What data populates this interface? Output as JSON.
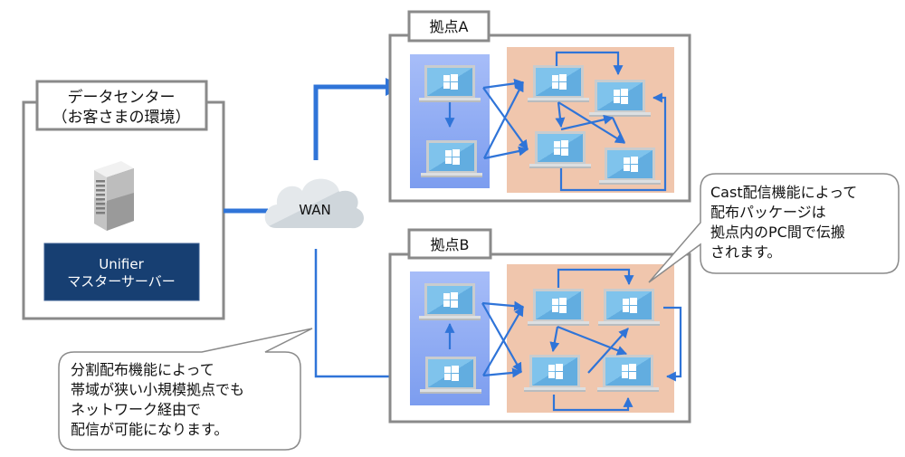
{
  "datacenter": {
    "title_line1": "データセンター",
    "title_line2": "（お客さまの環境）",
    "server_box_line1": "Unifier",
    "server_box_line2": "マスターサーバー"
  },
  "wan": {
    "label": "WAN"
  },
  "sites": [
    {
      "label": "拠点A"
    },
    {
      "label": "拠点B"
    }
  ],
  "callouts": {
    "cast": [
      "Cast配信機能によって",
      "配布パッケージは",
      "拠点内のPC間で伝搬",
      "されます。"
    ],
    "split": [
      "分割配布機能によって",
      "帯域が狭い小規模拠点でも",
      "ネットワーク経由で",
      "配信が可能になります。"
    ]
  },
  "icons": {
    "server": "server-tower-icon",
    "cloud": "cloud-icon",
    "laptop": "windows-laptop-icon"
  },
  "colors": {
    "arrow": "#2f74d8",
    "relay_panel_top": "#a6bcf7",
    "relay_panel_bottom": "#7d9ef0",
    "peer_panel": "#f0c6ad",
    "server_box": "#173f72",
    "frame": "#8a8a8a"
  }
}
